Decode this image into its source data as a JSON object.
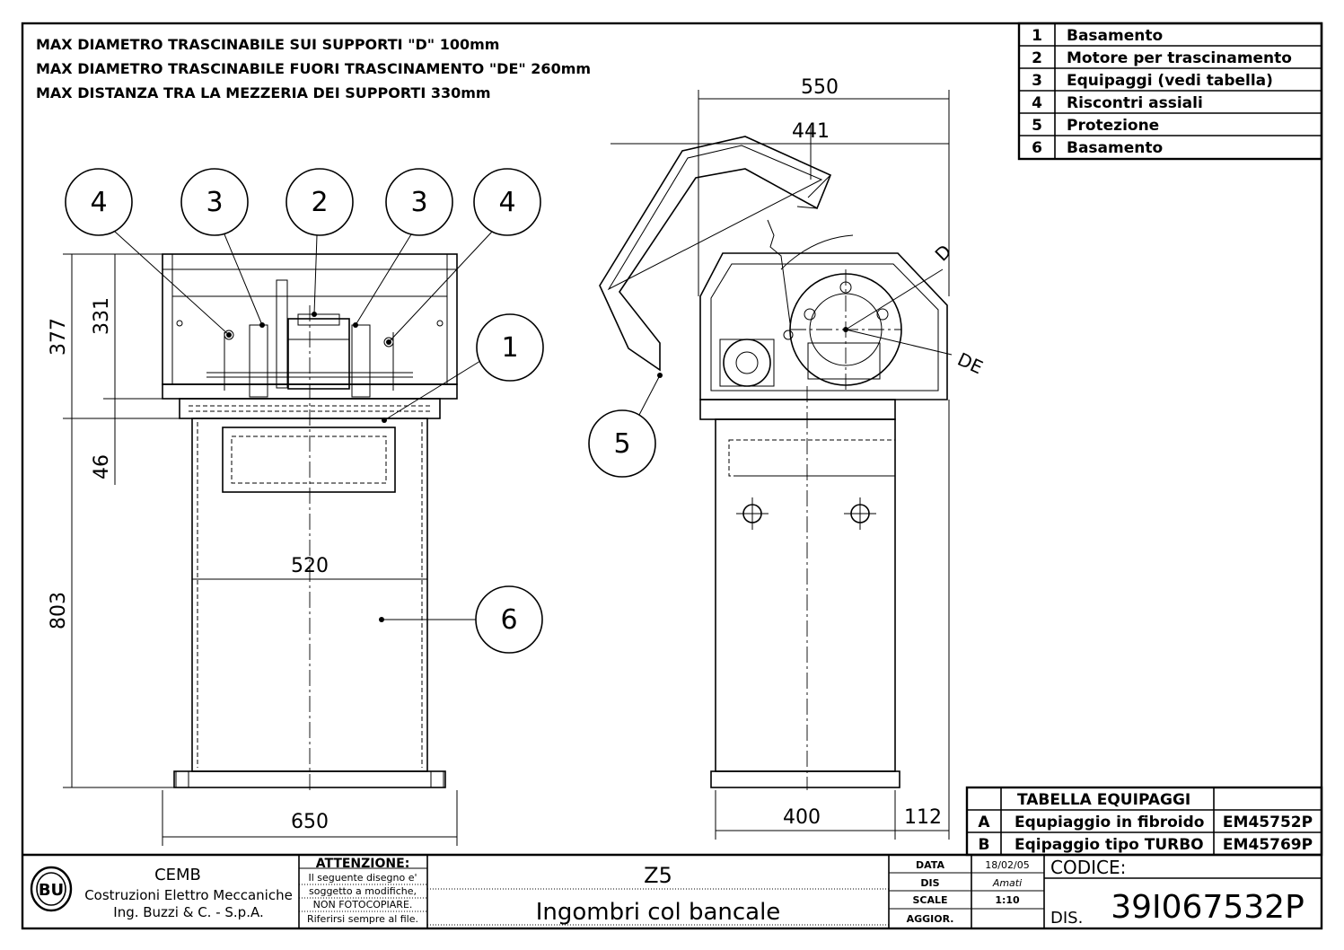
{
  "notes": [
    "MAX DIAMETRO TRASCINABILE SUI SUPPORTI  \"D\" 100mm",
    "MAX DIAMETRO TRASCINABILE FUORI TRASCINAMENTO \"DE\" 260mm",
    "MAX DISTANZA TRA LA MEZZERIA DEI SUPPORTI 330mm"
  ],
  "parts": [
    {
      "num": "1",
      "name": "Basamento"
    },
    {
      "num": "2",
      "name": "Motore per trascinamento"
    },
    {
      "num": "3",
      "name": "Equipaggi (vedi tabella)"
    },
    {
      "num": "4",
      "name": "Riscontri assiali"
    },
    {
      "num": "5",
      "name": "Protezione"
    },
    {
      "num": "6",
      "name": "Basamento"
    }
  ],
  "balloons": {
    "front_top": [
      "4",
      "3",
      "2",
      "3",
      "4"
    ],
    "front_right_1": "1",
    "front_right_6": "6",
    "side_left_5": "5"
  },
  "dimensions": {
    "front_height_total": "377",
    "front_height_upper": "331",
    "front_height_gap": "46",
    "front_height_stand": "803",
    "front_width_stand": "520",
    "front_width_total": "650",
    "side_width_total": "550",
    "side_width_guard": "441",
    "side_width_stand": "400",
    "side_width_offset": "112",
    "side_label_D": "D",
    "side_label_DE": "DE"
  },
  "equipment_table": {
    "title": "TABELLA EQUIPAGGI",
    "rows": [
      {
        "key": "A",
        "desc": "Equpiaggio in fibroido",
        "code": "EM45752P"
      },
      {
        "key": "B",
        "desc": "Eqipaggio tipo TURBO",
        "code": "EM45769P"
      }
    ]
  },
  "title_block": {
    "company_short": "CEMB",
    "company_line1": "Costruzioni Elettro Meccaniche",
    "company_line2": "Ing. Buzzi & C. - S.p.A.",
    "attention_title": "ATTENZIONE:",
    "attention_lines": [
      "Il seguente disegno e'",
      "soggetto a modifiche,",
      "NON FOTOCOPIARE.",
      "Riferirsi sempre al file."
    ],
    "model": "Z5",
    "description": "Ingombri col bancale",
    "data_label": "DATA",
    "data_value": "18/02/05",
    "dis_label": "DIS",
    "dis_value": "Amati",
    "scale_label": "SCALE",
    "scale_value": "1:10",
    "aggior_label": "AGGIOR.",
    "codice_label": "CODICE:",
    "dis_no_label": "DIS.",
    "dis_no_value": "39I067532P"
  }
}
